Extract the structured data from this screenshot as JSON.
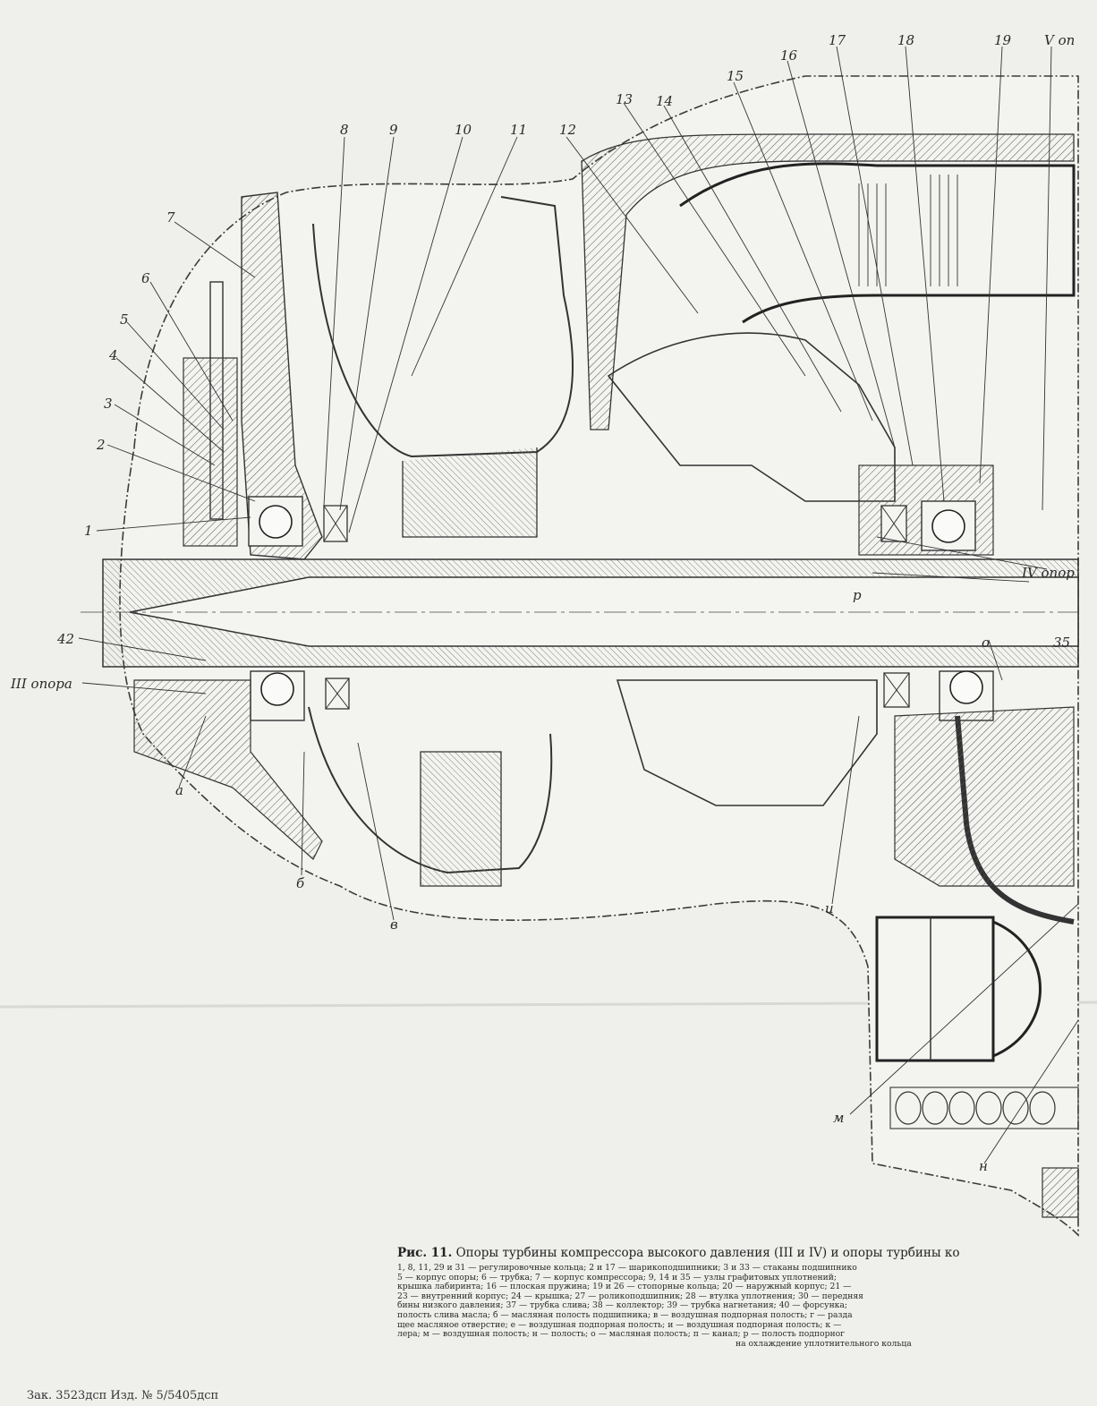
{
  "labels": {
    "n1": "1",
    "n2": "2",
    "n3": "3",
    "n4": "4",
    "n5": "5",
    "n6": "6",
    "n7": "7",
    "n8": "8",
    "n9": "9",
    "n10": "10",
    "n11": "11",
    "n12": "12",
    "n13": "13",
    "n14": "14",
    "n15": "15",
    "n16": "16",
    "n17": "17",
    "n18": "18",
    "n19": "19",
    "n35": "35",
    "n42": "42",
    "v_opora": "V оп",
    "iv_opora": "IV опор",
    "iii_opora": "III опора",
    "p": "р",
    "o": "о",
    "a": "а",
    "b": "б",
    "v": "в",
    "i": "и",
    "m": "м",
    "n": "н"
  },
  "caption": {
    "fig_number": "Рис. 11.",
    "title": "Опоры турбины компрессора высокого давления (III и IV) и опоры турбины ко",
    "lines": [
      "1, 8, 11, 29 и 31 — регулировочные кольца; 2 и 17 — шарикоподшипники; 3 и 33 — стаканы подшипнико",
      "5 — корпус опоры; 6 — трубка; 7 — корпус компрессора; 9, 14 и 35 — узлы графитовых уплотнений;",
      "крышка лабиринта; 16 — плоская пружина; 19 и 26 — стопорные кольца; 20 — наружный корпус; 21 —",
      "23 — внутренний корпус; 24 — крышка; 27 — роликоподшипник; 28 — втулка уплотнения; 30 — передняя",
      "бины низкого давления; 37 — трубка слива; 38 — коллектор; 39 — трубка нагнетания; 40 — форсунка;",
      "полость слива масла; б — масляная полость подшипника; в — воздушная подпорная полость; г — разда",
      "щее масляное отверстие; е — воздушная подпорная полость; и — воздушная подпорная полость; к —",
      "лера; м — воздушная полость; н — полость; о — масляная полость; п — канал; р — полость подпорног",
      "на охлаждение уплотнительного кольца"
    ]
  },
  "footer": "Зак. 3523дсп Изд. № 5/5405дсп"
}
